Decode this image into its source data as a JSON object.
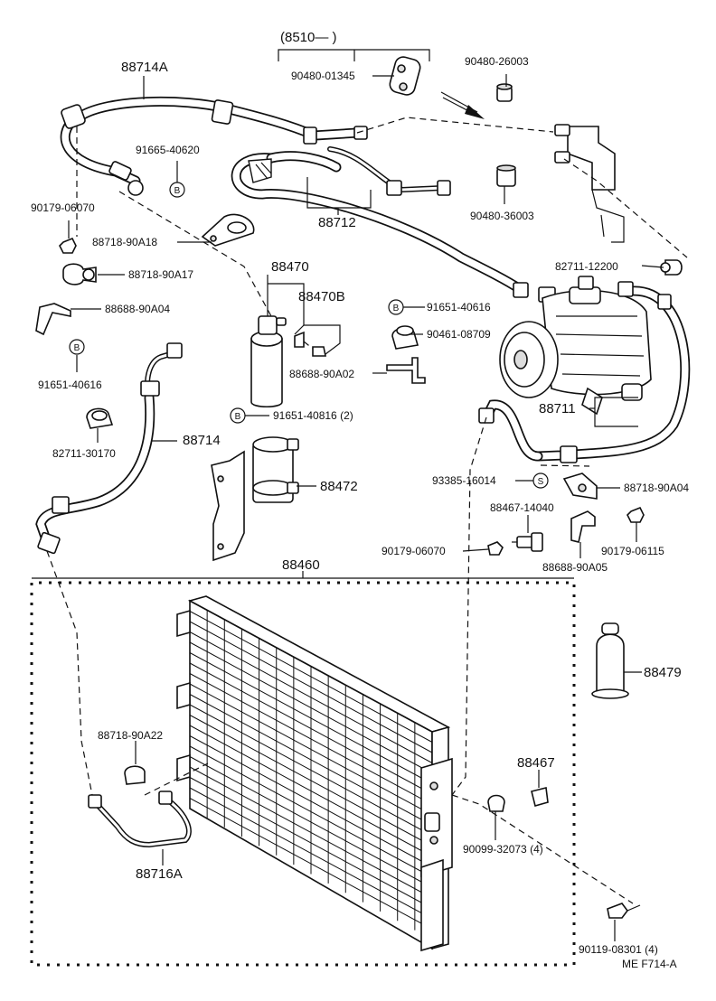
{
  "diagram": {
    "group_label": "(8510—        )",
    "footer_code": "ME  F714-A",
    "circle_markers": {
      "b": "B",
      "s": "S"
    },
    "part_labels": {
      "p88714A": "88714A",
      "p90480_01345": "90480-01345",
      "p90480_26003": "90480-26003",
      "p91665_40620": "91665-40620",
      "p90480_36003": "90480-36003",
      "p88712": "88712",
      "p90179_06070_a": "90179-06070",
      "p88718_90A18": "88718-90A18",
      "p88470": "88470",
      "p88470B": "88470B",
      "p88718_90A17": "88718-90A17",
      "p82711_12200": "82711-12200",
      "p88688_90A04": "88688-90A04",
      "p91651_40616_a": "91651-40616",
      "p90461_08709": "90461-08709",
      "p88688_90A02": "88688-90A02",
      "p91651_40616_b": "91651-40616",
      "p88711": "88711",
      "p91651_40816": "91651-40816 (2)",
      "p82711_30170": "82711-30170",
      "p88714": "88714",
      "p93385_16014": "93385-16014",
      "p88718_90A04": "88718-90A04",
      "p88472": "88472",
      "p88467_14040": "88467-14040",
      "p90179_06070_b": "90179-06070",
      "p90179_06115": "90179-06115",
      "p88688_90A05": "88688-90A05",
      "p88460": "88460",
      "p88479": "88479",
      "p88718_90A22": "88718-90A22",
      "p88467": "88467",
      "p90099_32073": "90099-32073 (4)",
      "p88716A": "88716A",
      "p90119_08301": "90119-08301 (4)"
    }
  }
}
